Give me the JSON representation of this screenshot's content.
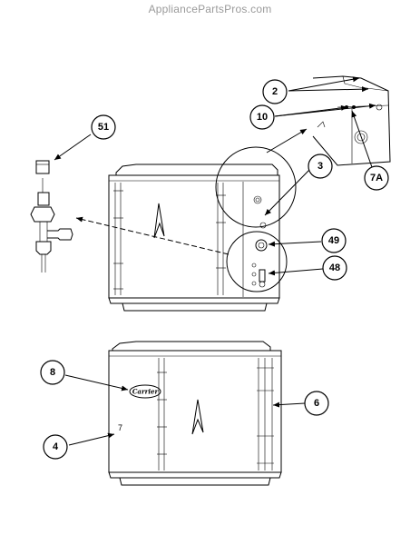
{
  "header": {
    "site": "AppliancePartsPros.com"
  },
  "brand": {
    "logo_text": "Carrier"
  },
  "callouts": [
    {
      "id": "2",
      "label": "2"
    },
    {
      "id": "10",
      "label": "10"
    },
    {
      "id": "51",
      "label": "51"
    },
    {
      "id": "3",
      "label": "3"
    },
    {
      "id": "7A",
      "label": "7A"
    },
    {
      "id": "49",
      "label": "49"
    },
    {
      "id": "48",
      "label": "48"
    },
    {
      "id": "8",
      "label": "8"
    },
    {
      "id": "6",
      "label": "6"
    },
    {
      "id": "4",
      "label": "4"
    }
  ],
  "annotations": {
    "panel_mark": "7"
  }
}
